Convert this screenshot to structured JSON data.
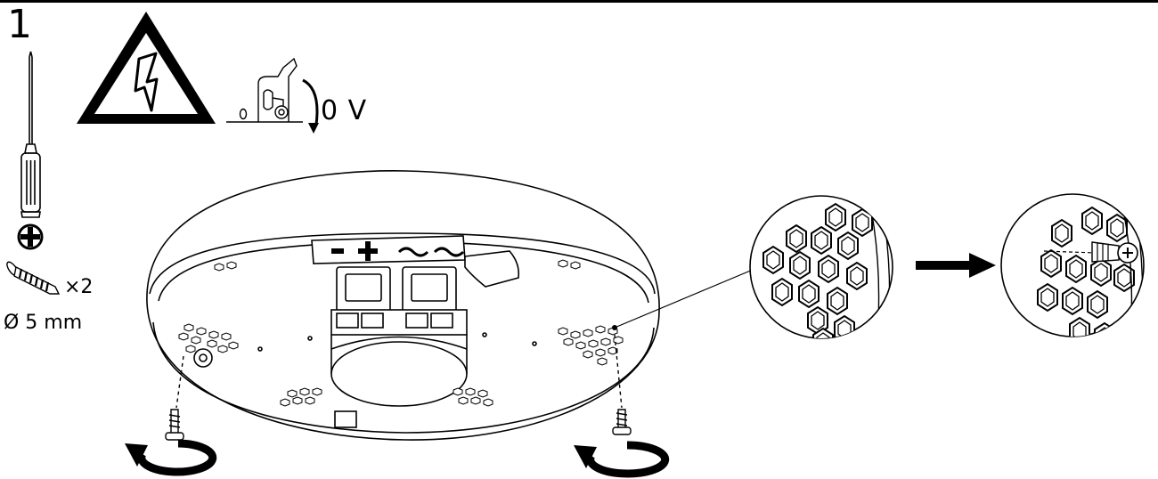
{
  "step": {
    "number": "1"
  },
  "power": {
    "voltage_label": "0 V"
  },
  "screws": {
    "quantity_label": "×2",
    "size_label": "Ø 5 mm"
  },
  "colors": {
    "line": "#000000",
    "background": "#ffffff"
  }
}
